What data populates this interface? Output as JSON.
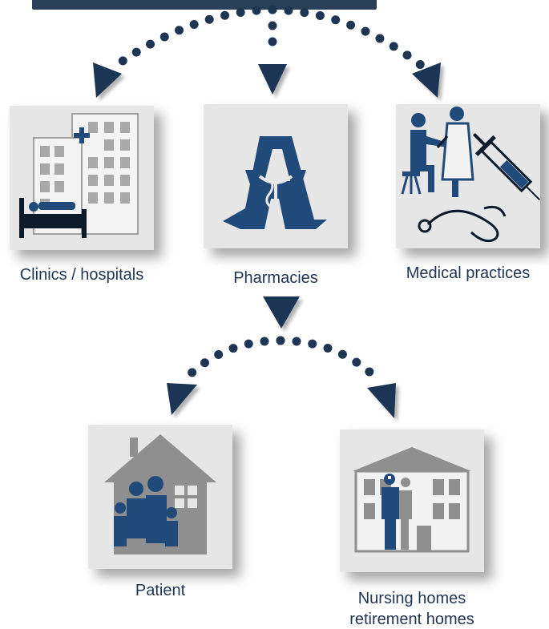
{
  "nodes": {
    "clinics": {
      "label": "Clinics / hospitals",
      "icon": "hospital-icon"
    },
    "pharmacies": {
      "label": "Pharmacies",
      "icon": "pharmacy-icon"
    },
    "medical": {
      "label": "Medical practices",
      "icon": "doctor-icon"
    },
    "patient": {
      "label": "Patient",
      "icon": "house-family-icon"
    },
    "nursing": {
      "label_line1": "Nursing homes",
      "label_line2": "retirement homes",
      "icon": "nursing-home-icon"
    }
  },
  "colors": {
    "primary": "#1f4a7a",
    "grey": "#8f8f8f",
    "box": "#e6e6e6",
    "dots": "#1f3554",
    "text": "#1f3554"
  }
}
